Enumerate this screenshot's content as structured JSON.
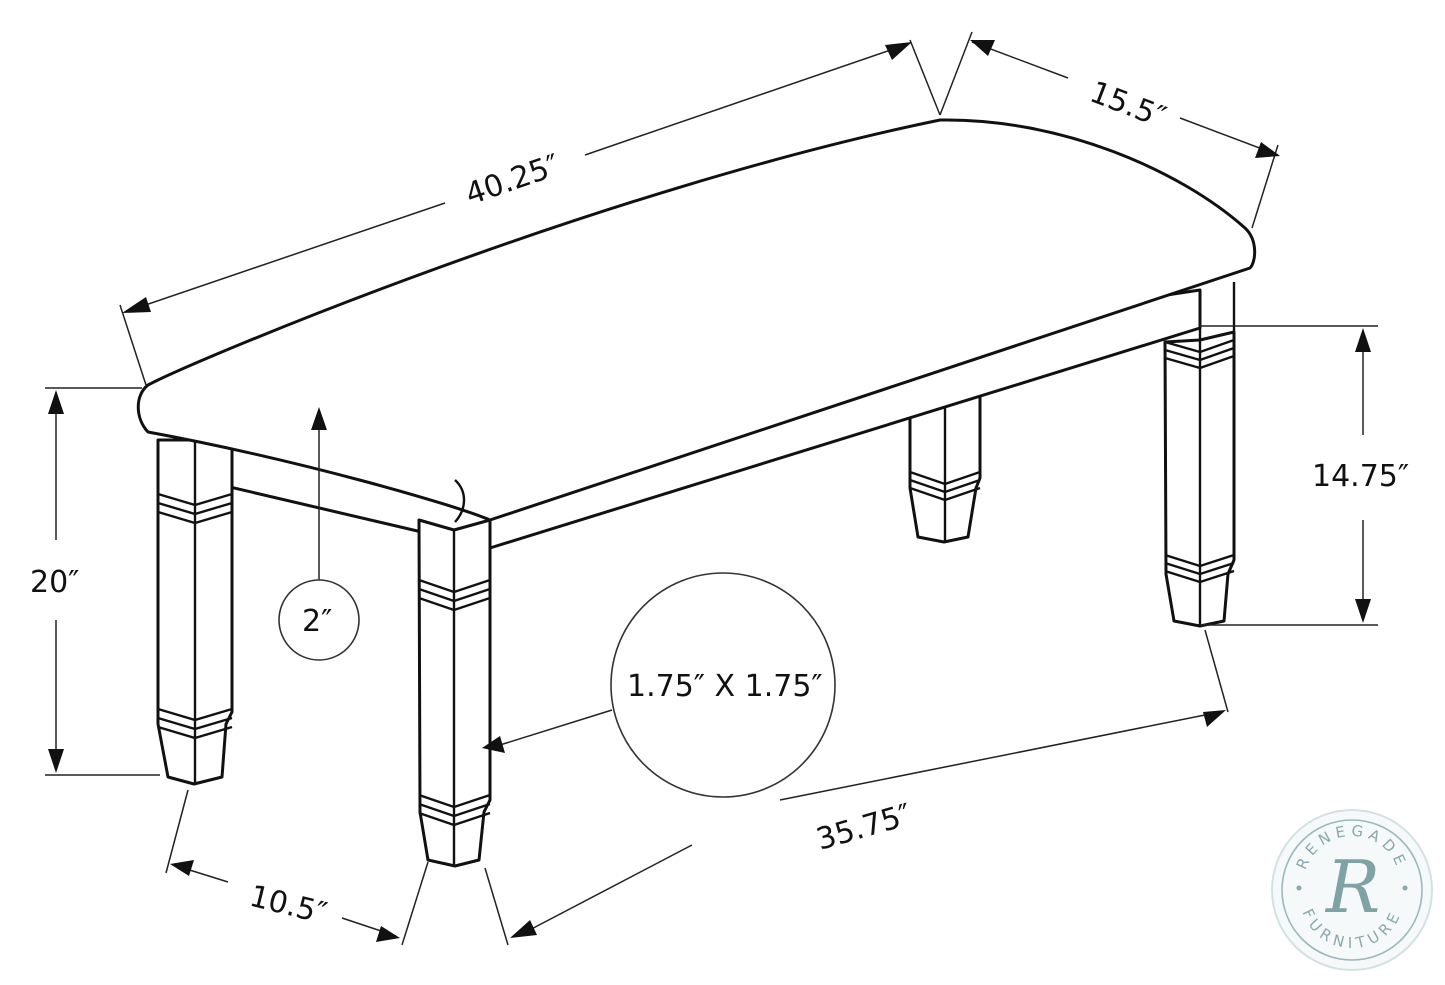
{
  "diagram": {
    "subject": "Bench dimension drawing",
    "dimensions": {
      "overall_length": "40.25″",
      "depth": "15.5″",
      "overall_height": "20″",
      "seat_thickness": "2″",
      "leg_size": "1.75″ X 1.75″",
      "leg_span_length": "35.75″",
      "leg_span_depth": "10.5″",
      "under_seat_clearance": "14.75″"
    },
    "colors": {
      "line": "#111111",
      "background": "#ffffff",
      "watermark": "#8aa9ac"
    }
  },
  "watermark": {
    "top_text": "RENEGADE",
    "monogram": "R",
    "bottom_text": "FURNITURE"
  }
}
